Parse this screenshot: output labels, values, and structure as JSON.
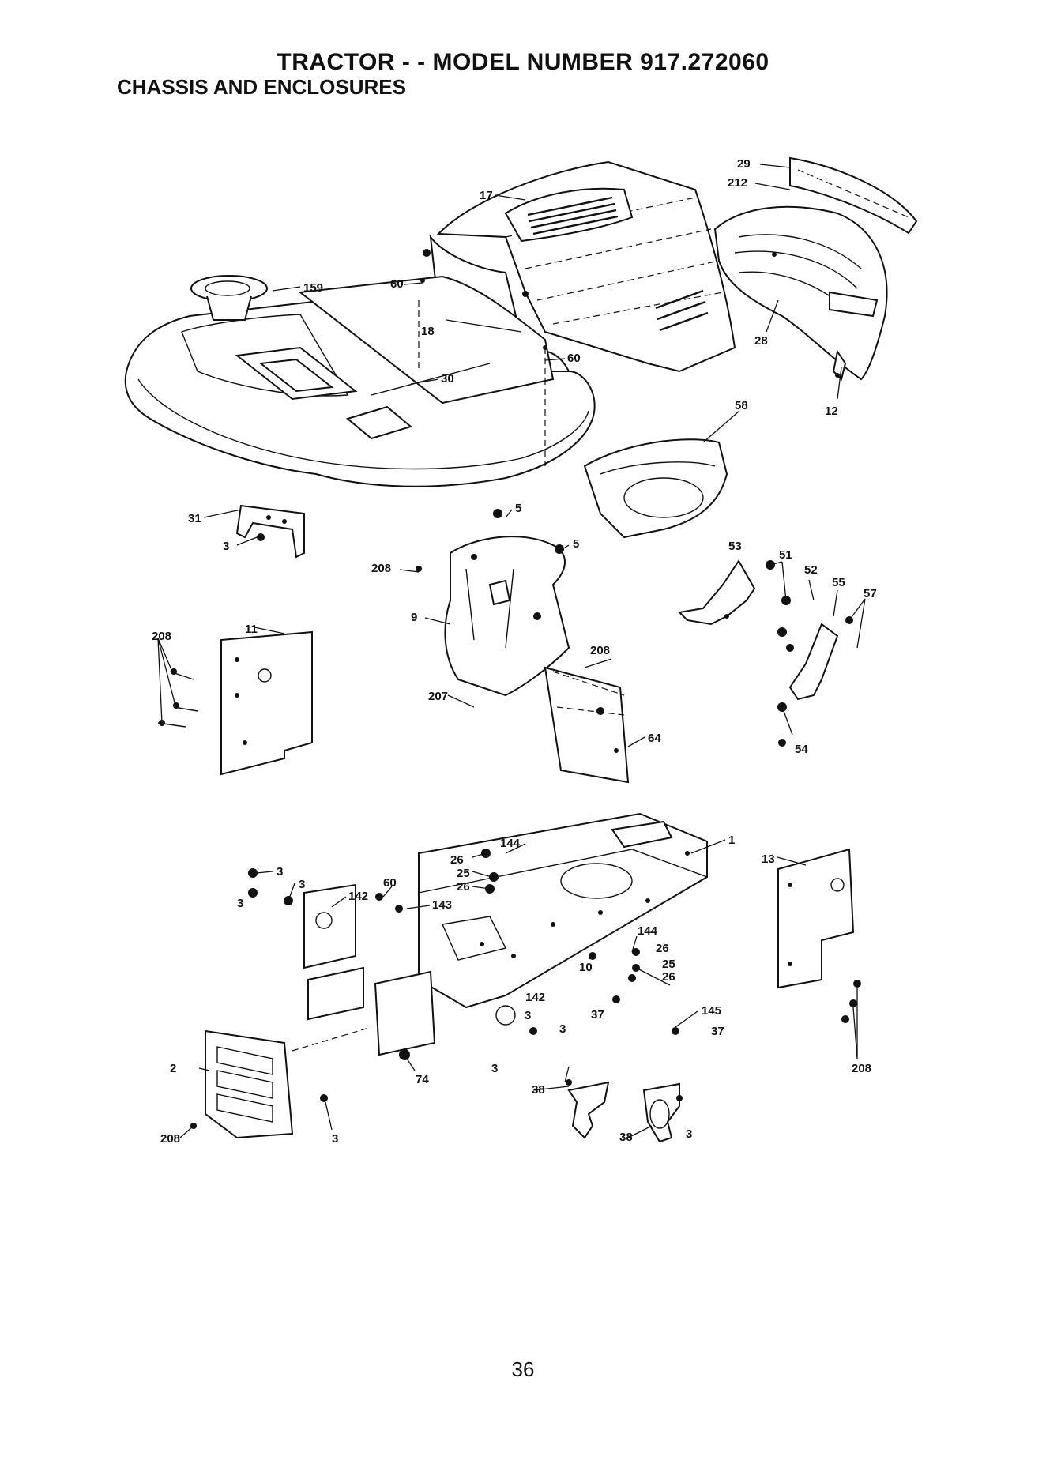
{
  "header": {
    "title": "TRACTOR - - MODEL NUMBER 917.272060",
    "subtitle": "CHASSIS AND ENCLOSURES"
  },
  "footer": {
    "page_number": "36"
  },
  "callouts": [
    "29",
    "212",
    "17",
    "159",
    "60",
    "18",
    "60",
    "30",
    "28",
    "12",
    "58",
    "5",
    "5",
    "31",
    "3",
    "208",
    "9",
    "53",
    "51",
    "52",
    "55",
    "57",
    "208",
    "11",
    "208",
    "207",
    "64",
    "54",
    "144",
    "1",
    "26",
    "25",
    "26",
    "13",
    "3",
    "3",
    "3",
    "142",
    "60",
    "143",
    "144",
    "26",
    "25",
    "26",
    "10",
    "142",
    "3",
    "3",
    "37",
    "145",
    "37",
    "2",
    "74",
    "3",
    "38",
    "38",
    "3",
    "208",
    "3",
    "208"
  ]
}
